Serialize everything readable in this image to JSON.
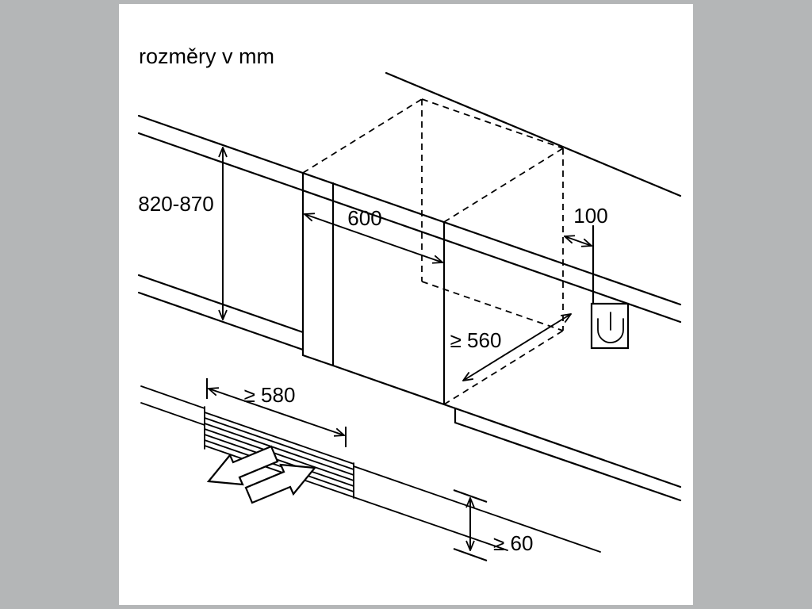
{
  "page": {
    "background_color": "#b4b6b7",
    "canvas_color": "#ffffff",
    "line_color": "#000000"
  },
  "diagram": {
    "title": "rozměry v mm",
    "dimensions": {
      "niche_height": "820-870",
      "niche_width": "600",
      "socket_offset": "100",
      "niche_depth": "≥ 560",
      "plinth_width": "≥ 580",
      "plinth_height": "≥ 60"
    },
    "icons": {
      "socket": "power-socket-icon",
      "remove_arrow": "remove-plinth-arrow-icon",
      "insert_arrow": "insert-plinth-arrow-icon"
    }
  }
}
